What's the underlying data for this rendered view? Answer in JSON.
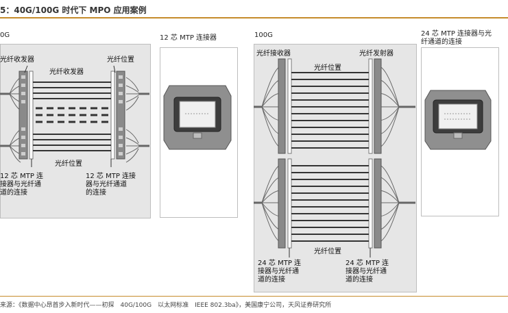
{
  "header": {
    "title": "5：40G/100G 时代下 MPO 应用案例"
  },
  "captions": {
    "p40": "0G",
    "mtp12": "12 芯 MTP 连接器",
    "p100": "100G",
    "mtp24_line1": "24 芯 MTP 连接器与光",
    "mtp24_line2": "纤通道的连接"
  },
  "panel40": {
    "tx": "光纤收发器",
    "pos_top": "光纤位置",
    "center": "光纤收发器",
    "pos_bottom": "光纤位置",
    "left_note": [
      "12 芯 MTP 连",
      "接器与光纤通",
      "道的连接"
    ],
    "right_note": [
      "12 芯 MTP 连接",
      "器与光纤通道",
      "的连接"
    ]
  },
  "panel100": {
    "rx": "光纤接收器",
    "tx": "光纤发射器",
    "pos_top": "光纤位置",
    "pos_bottom": "光纤位置",
    "left_note": [
      "24 芯 MTP 连",
      "接器与光纤通",
      "道的连接"
    ],
    "right_note": [
      "24 芯 MTP 连",
      "接器与光纤通",
      "道的连接"
    ]
  },
  "footer": {
    "source": "来源：《数据中心昂首步入新时代——初探　40G/100G　以太网标准　IEEE 802.3ba》，美国康宁公司，天风证券研究所"
  }
}
